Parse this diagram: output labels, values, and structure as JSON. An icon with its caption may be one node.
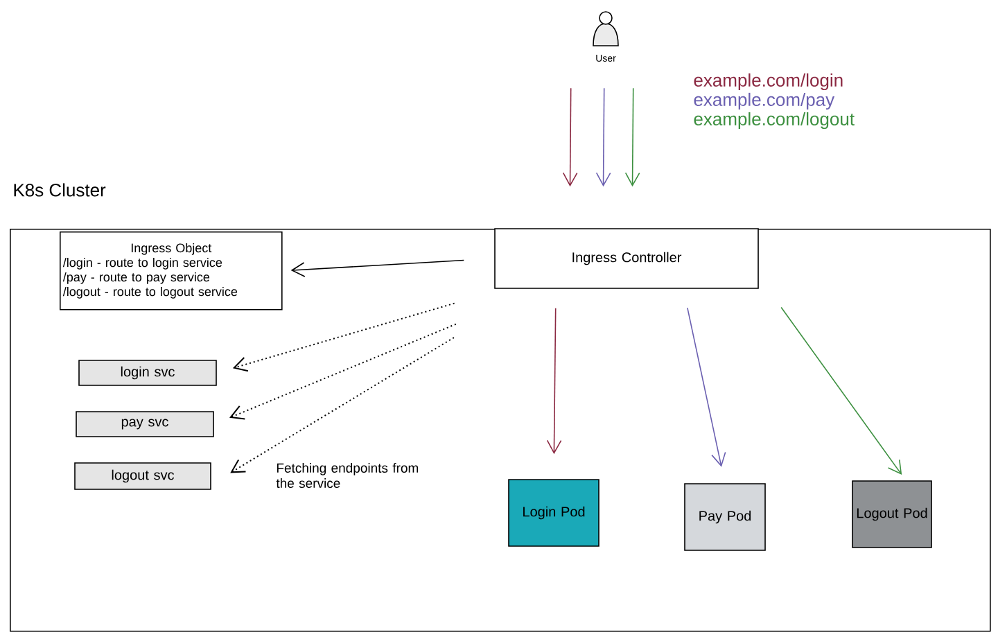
{
  "diagram": {
    "nodes": [
      {
        "text": [
          "K8s Cluster"
        ]
      },
      {
        "text": [
          "User"
        ]
      },
      {
        "text": [
          "Ingress Controller"
        ],
        "in": 0
      },
      {
        "text": [
          "Ingress Object",
          "/login  -  route to login service",
          "/pay    - route to pay service",
          "/logout - route to logout service"
        ],
        "in": 0
      },
      {
        "text": [
          "login svc"
        ],
        "in": 0
      },
      {
        "text": [
          "pay svc"
        ],
        "in": 0
      },
      {
        "text": [
          "logout svc"
        ],
        "in": 0
      },
      {
        "text": [
          "Login Pod"
        ],
        "in": 0
      },
      {
        "text": [
          "Pay Pod"
        ],
        "in": 0
      },
      {
        "text": [
          "Logout Pod"
        ],
        "in": 0
      }
    ],
    "edges": [
      {
        "from": 1,
        "to": 2,
        "arrow": "to",
        "color": "#8b2942"
      },
      {
        "from": 1,
        "to": 2,
        "arrow": "to",
        "color": "#6a5fb0"
      },
      {
        "from": 1,
        "to": 2,
        "arrow": "to",
        "color": "#3d9040"
      },
      {
        "from": 2,
        "to": 3,
        "arrow": "to"
      },
      {
        "from": 2,
        "to": 4,
        "arrow": "to",
        "style": "dashed"
      },
      {
        "from": 2,
        "to": 5,
        "arrow": "to",
        "style": "dashed"
      },
      {
        "from": 2,
        "to": 6,
        "arrow": "to",
        "style": "dashed"
      },
      {
        "from": 2,
        "to": 7,
        "arrow": "to",
        "color": "#8b2942"
      },
      {
        "from": 2,
        "to": 8,
        "arrow": "to",
        "color": "#6a5fb0"
      },
      {
        "from": 2,
        "to": 9,
        "arrow": "to",
        "color": "#3d9040"
      }
    ],
    "labels": [
      "example.com/login",
      "example.com/pay",
      "example.com/logout",
      "Fetching endpoints from the service"
    ]
  }
}
